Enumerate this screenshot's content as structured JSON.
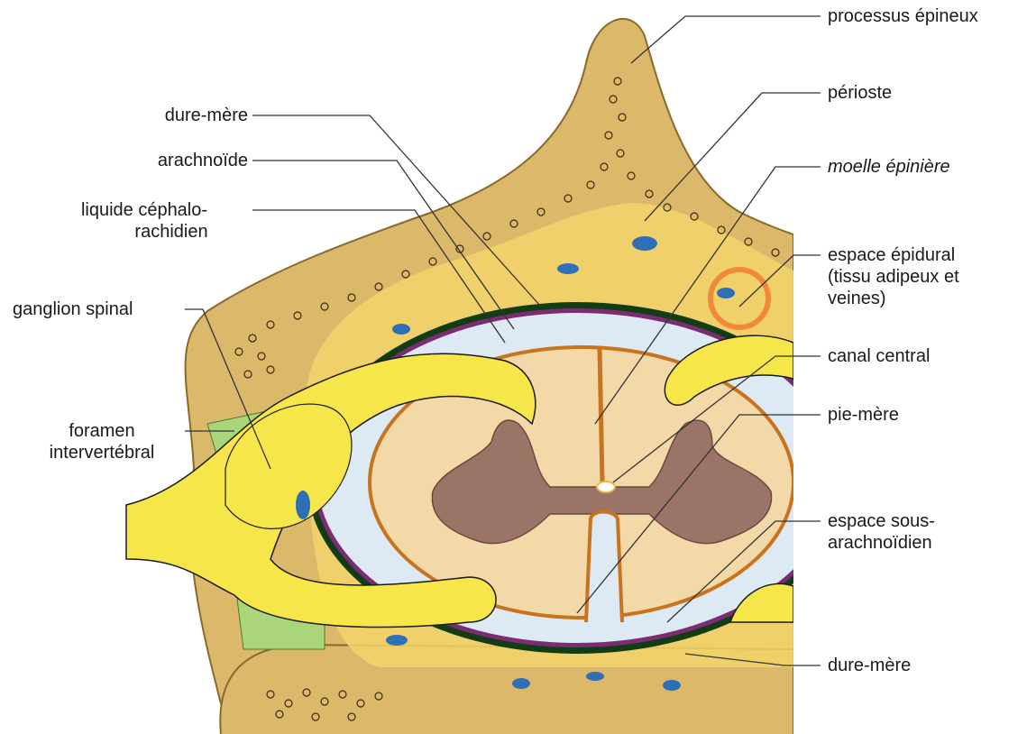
{
  "labels": {
    "processus_epineux": "processus épineux",
    "perioste": "périoste",
    "moelle_epiniere": "moelle épinière",
    "espace_epidural": [
      "espace épidural",
      "(tissu adipeux et",
      "veines)"
    ],
    "canal_central": "canal central",
    "pie_mere": "pie-mère",
    "espace_sous_arachnoidien": [
      "espace sous-",
      "arachnoïdien"
    ],
    "dure_mere_bottom": "dure-mère",
    "dure_mere_top": "dure-mère",
    "arachnoide": "arachnoïde",
    "liquide": [
      "liquide céphalo-",
      "rachidien"
    ],
    "ganglion_spinal": "ganglion spinal",
    "foramen": [
      "foramen",
      "intervertébral"
    ]
  },
  "colors": {
    "bone": "#dcb86b",
    "bone_dark": "#c9a04e",
    "fat": "#f2d36a",
    "nerve": "#f7e64a",
    "csf": "#dde9f3",
    "grey_matter": "#9a7466",
    "white_matter": "#f3d9a8",
    "pia": "#c8731e",
    "dura": "#123d14",
    "arachnoid": "#7a2d72",
    "vein": "#2f6fb5",
    "ligament": "#a9d67a",
    "highlight": "#f08a3a"
  }
}
